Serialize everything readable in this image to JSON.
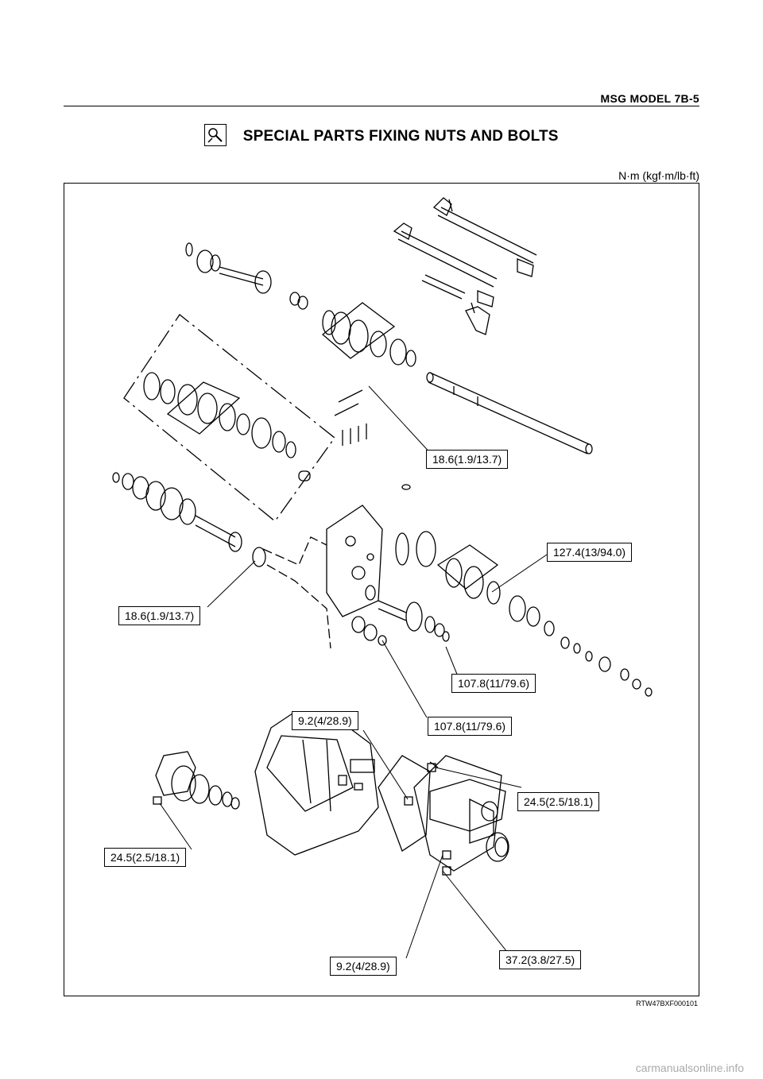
{
  "header": {
    "model": "MSG MODEL  7B-5"
  },
  "title": {
    "icon": "wrench-magnifier-icon",
    "text": "SPECIAL PARTS FIXING NUTS AND BOLTS"
  },
  "units": "N·m (kgf·m/lb·ft)",
  "callouts": [
    "18.6(1.9/13.7)",
    "127.4(13/94.0)",
    "18.6(1.9/13.7)",
    "107.8(11/79.6)",
    "107.8(11/79.6)",
    "9.2(4/28.9)",
    "24.5(2.5/18.1)",
    "24.5(2.5/18.1)",
    "9.2(4/28.9)",
    "37.2(3.8/27.5)"
  ],
  "figure_code": "RTW47BXF000101",
  "footer": "carmanualsonline.info"
}
